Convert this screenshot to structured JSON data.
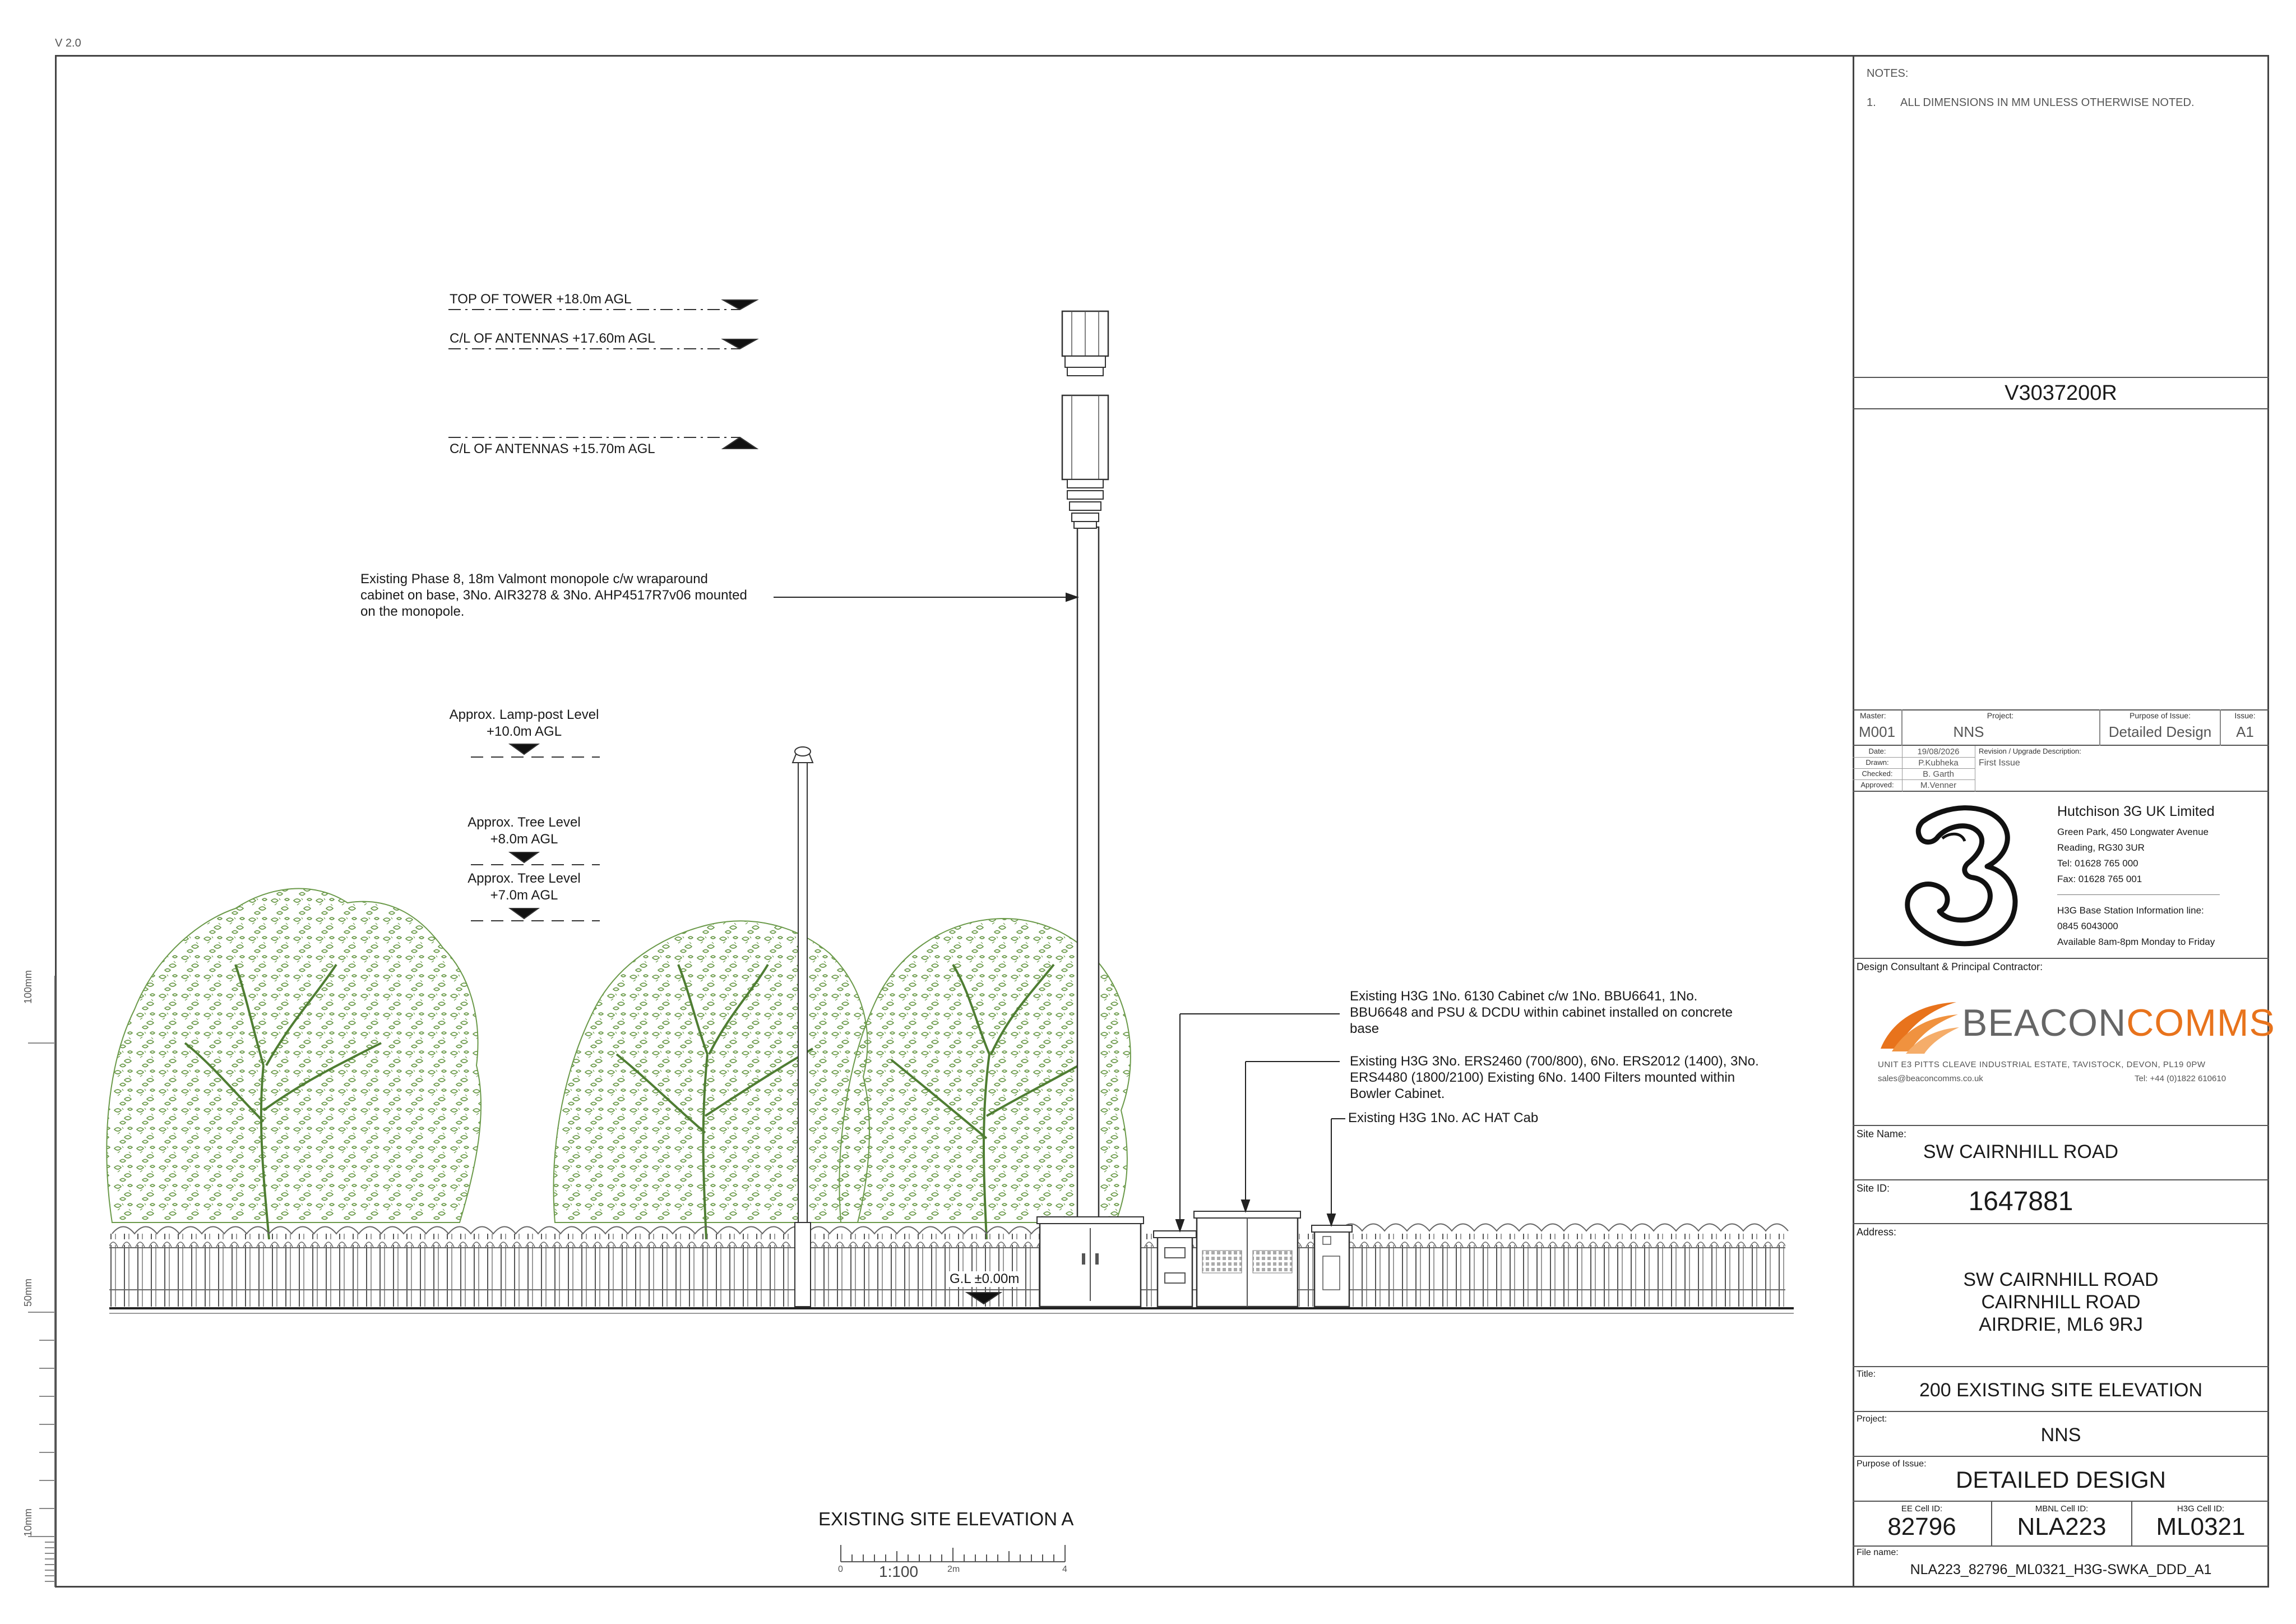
{
  "version": "V 2.0",
  "drawing": {
    "levels": {
      "top_tower": "TOP OF TOWER +18.0m AGL",
      "cl_antennas_upper": "C/L OF ANTENNAS +17.60m AGL",
      "cl_antennas_lower": "C/L OF ANTENNAS +15.70m AGL",
      "lamp_post_1": "Approx. Lamp-post Level",
      "lamp_post_2": "+10.0m AGL",
      "tree_upper_1": "Approx. Tree Level",
      "tree_upper_2": "+8.0m AGL",
      "tree_lower_1": "Approx. Tree Level",
      "tree_lower_2": "+7.0m AGL",
      "ground": "G.L ±0.00m"
    },
    "annotations": {
      "monopole_1": "Existing Phase 8, 18m Valmont monopole c/w wraparound",
      "monopole_2": "cabinet on base, 3No. AIR3278 & 3No. AHP4517R7v06 mounted",
      "monopole_3": "on the monopole.",
      "cabinet_6130_1": "Existing H3G 1No. 6130 Cabinet c/w 1No. BBU6641, 1No.",
      "cabinet_6130_2": "BBU6648 and PSU & DCDU within cabinet installed on concrete",
      "cabinet_6130_3": "base",
      "bowler_1": "Existing H3G 3No. ERS2460 (700/800), 6No. ERS2012 (1400), 3No.",
      "bowler_2": "ERS4480 (1800/2100) Existing 6No. 1400 Filters mounted within",
      "bowler_3": "Bowler Cabinet.",
      "ac_hat": "Existing H3G 1No. AC HAT Cab"
    },
    "elevation_title": "EXISTING SITE ELEVATION A",
    "scale": {
      "ratio": "1:100",
      "tick_0": "0",
      "tick_2": "2m",
      "tick_4": "4"
    },
    "ruler": {
      "label_100": "100mm",
      "label_50": "50mm",
      "label_10": "10mm"
    }
  },
  "title_block": {
    "notes_header": "NOTES:",
    "note_num": "1.",
    "note_text": "ALL DIMENSIONS IN MM UNLESS OTHERWISE NOTED.",
    "drawing_ref": "V3037200R",
    "master_label": "Master:",
    "master": "M001",
    "project_label": "Project:",
    "project": "NNS",
    "purpose_label": "Purpose of Issue:",
    "purpose": "Detailed Design",
    "issue_label": "Issue:",
    "issue": "A1",
    "date_label": "Date:",
    "date": "19/08/2026",
    "drawn_label": "Drawn:",
    "drawn": "P.Kubheka",
    "checked_label": "Checked:",
    "checked": "B. Garth",
    "approved_label": "Approved:",
    "approved": "M.Venner",
    "revision_label": "Revision / Upgrade Description:",
    "revision": "First Issue",
    "client_name": "Hutchison 3G UK Limited",
    "client_addr1": "Green Park, 450 Longwater Avenue",
    "client_addr2": "Reading, RG30 3UR",
    "client_tel": "Tel: 01628 765 000",
    "client_fax": "Fax: 01628 765 001",
    "info_line_label": "H3G Base Station Information line:",
    "info_line_num": "0845 6043000",
    "info_line_hours": "Available 8am-8pm Monday to Friday",
    "consultant_label": "Design Consultant & Principal Contractor:",
    "beacon_part1": "BEACON",
    "beacon_part2": "COMMS",
    "beacon_address": "UNIT E3 PITTS CLEAVE INDUSTRIAL ESTATE, TAVISTOCK, DEVON, PL19 0PW",
    "beacon_email": "sales@beaconcomms.co.uk",
    "beacon_tel": "Tel: +44 (0)1822 610610",
    "site_name_label": "Site Name:",
    "site_name": "SW CAIRNHILL ROAD",
    "site_id_label": "Site ID:",
    "site_id": "1647881",
    "address_label": "Address:",
    "address1": "SW CAIRNHILL ROAD",
    "address2": "CAIRNHILL ROAD",
    "address3": "AIRDRIE, ML6 9RJ",
    "title_label": "Title:",
    "title": "200 EXISTING SITE ELEVATION",
    "project2_label": "Project:",
    "project2": "NNS",
    "purpose2_label": "Purpose of Issue:",
    "purpose2": "DETAILED DESIGN",
    "ee_label": "EE Cell ID:",
    "ee": "82796",
    "mbnl_label": "MBNL Cell ID:",
    "mbnl": "NLA223",
    "h3g_label": "H3G Cell ID:",
    "h3g": "ML0321",
    "file_label": "File name:",
    "file": "NLA223_82796_ML0321_H3G-SWKA_DDD_A1"
  },
  "colors": {
    "tree": "#5a8a3c",
    "beacon_orange": "#e8731c",
    "beacon_grey": "#666666",
    "line": "#333333"
  }
}
